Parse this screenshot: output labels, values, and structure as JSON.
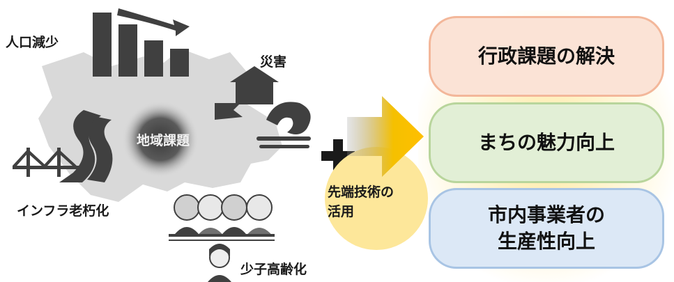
{
  "issues": {
    "population": "人口減少",
    "disaster": "災害",
    "regional": "地域課題",
    "infrastructure": "インフラ老朽化",
    "aging": "少子高齢化"
  },
  "tech": {
    "line1": "先端技術の",
    "line2": "活用"
  },
  "outcomes": [
    {
      "line1": "行政課題の解決",
      "line2": ""
    },
    {
      "line1": "まちの魅力向上",
      "line2": ""
    },
    {
      "line1": "市内事業者の",
      "line2": "生産性向上"
    }
  ],
  "colors": {
    "outcome1_fill": "#fbe3d6",
    "outcome1_border": "#f3b79a",
    "outcome2_fill": "#e2efd6",
    "outcome2_border": "#b8d59c",
    "outcome3_fill": "#dce8f6",
    "outcome3_border": "#a8c4e4",
    "tech_circle": "#fde79a",
    "arrow": "#ffbf00",
    "map": "#d9d9d9",
    "icon": "#404040"
  }
}
